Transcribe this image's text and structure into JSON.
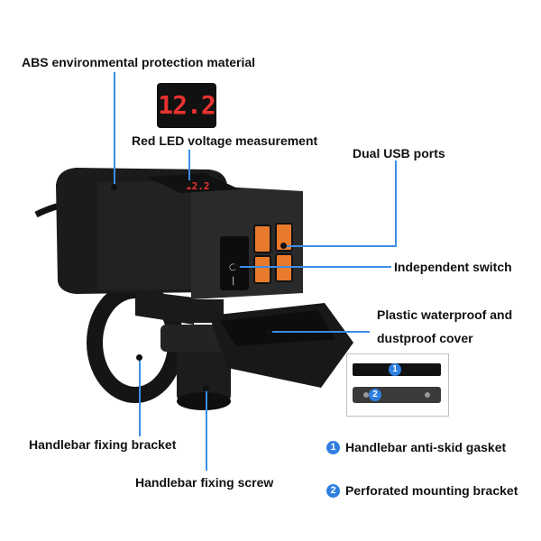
{
  "labels": {
    "abs_material": "ABS environmental protection material",
    "red_led": "Red LED voltage measurement",
    "dual_usb": "Dual USB ports",
    "independent_switch": "Independent switch",
    "cover_line1": "Plastic waterproof and",
    "cover_line2": "dustproof cover",
    "fixing_bracket": "Handlebar fixing bracket",
    "fixing_screw": "Handlebar fixing screw"
  },
  "legend": [
    {
      "number": "1",
      "text": "Handlebar anti-skid gasket"
    },
    {
      "number": "2",
      "text": "Perforated mounting bracket"
    }
  ],
  "led_display": {
    "value": "12.2"
  },
  "colors": {
    "callout_line": "#3a8ee6",
    "badge": "#2f7fe0",
    "led": "#e8322f",
    "usb_port": "#e87a2c"
  }
}
